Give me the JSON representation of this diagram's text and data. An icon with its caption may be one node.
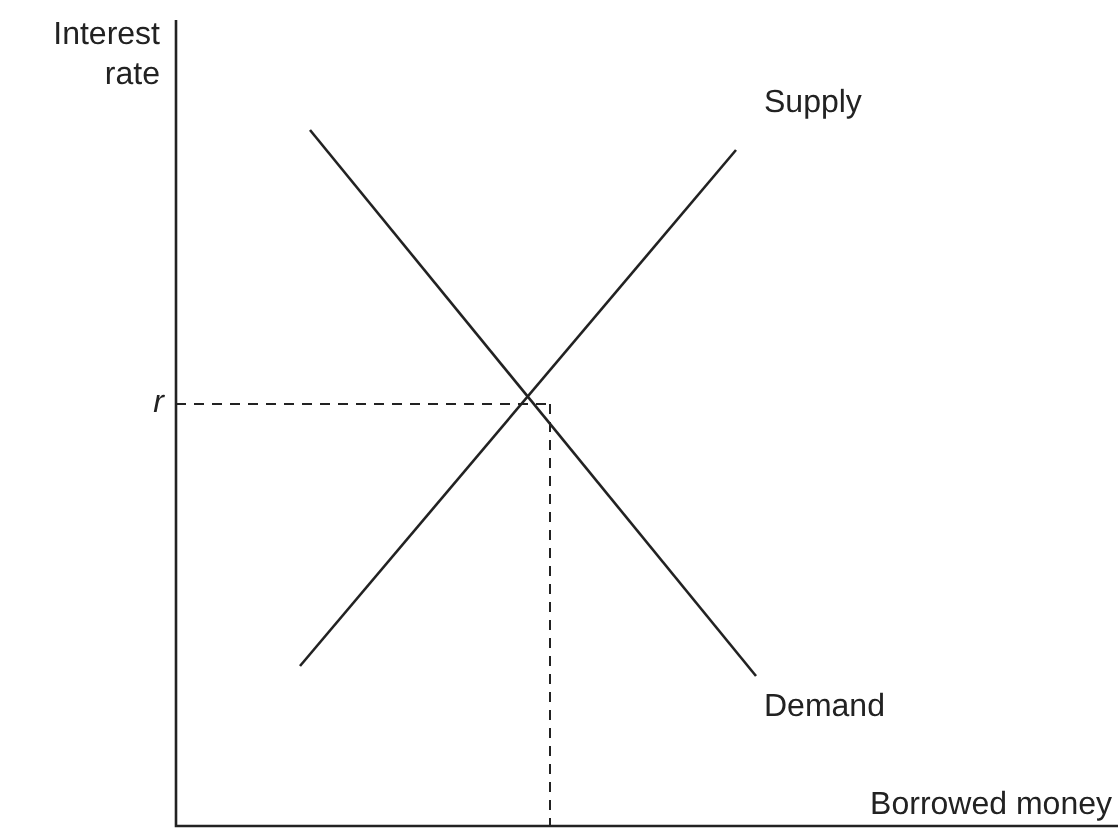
{
  "diagram": {
    "labels": [
      "Interest rate",
      "Supply",
      "r",
      "Demand",
      "Borrowed money"
    ]
  }
}
